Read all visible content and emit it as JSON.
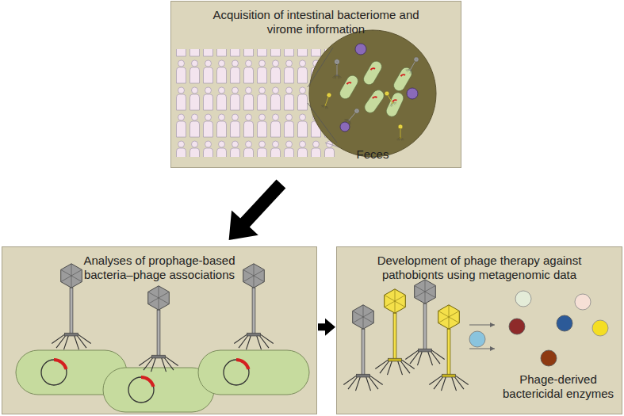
{
  "diagram": {
    "nodes": [
      {
        "text": [
          "Acquisition of intestinal bacteriome and virome information"
        ]
      },
      {
        "text": [
          "Analyses of prophage-based bacteria–phage associations"
        ]
      },
      {
        "text": [
          "Development of phage therapy against pathobionts using metagenomic data"
        ]
      }
    ],
    "edges": [
      {
        "from": 0,
        "to": 1,
        "arrow": "to"
      },
      {
        "from": 1,
        "to": 2,
        "arrow": "to"
      }
    ],
    "labels": [
      "Feces",
      "Phage-derived bactericidal enzymes"
    ]
  }
}
